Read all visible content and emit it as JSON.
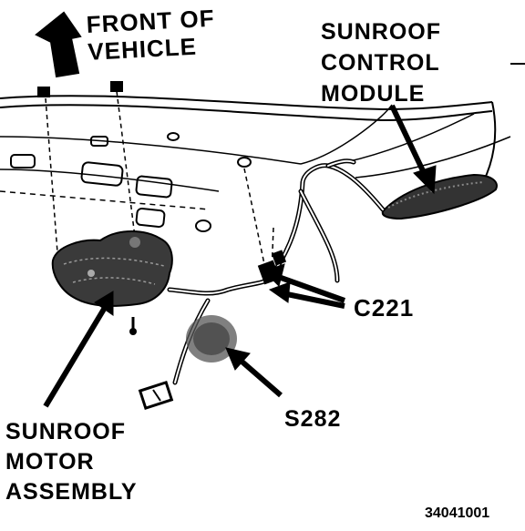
{
  "labels": {
    "front_of_vehicle": [
      "FRONT OF",
      "VEHICLE"
    ],
    "sunroof_control_module": [
      "SUNROOF",
      "CONTROL",
      "MODULE"
    ],
    "connector": "C221",
    "splice": "S282",
    "sunroof_motor_assembly": [
      "SUNROOF",
      "MOTOR",
      "ASSEMBLY"
    ],
    "figure_code": "34041001"
  },
  "colors": {
    "ink": "#000000",
    "paper": "#ffffff"
  }
}
